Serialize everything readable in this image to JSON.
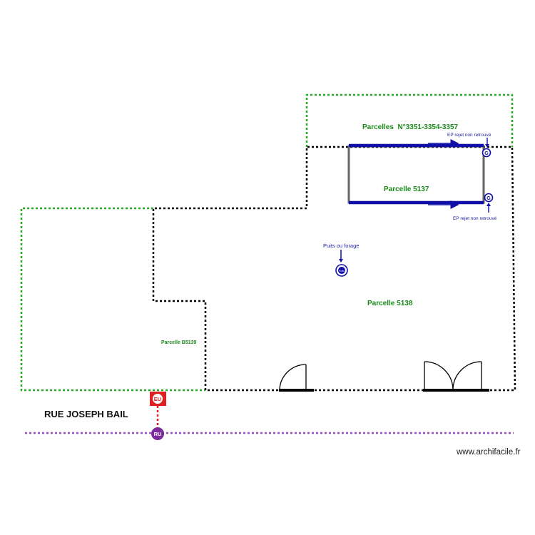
{
  "labels": {
    "parcelles_top": "Parcelles  N°3351-3354-3357",
    "parcelle_5137": "Parcelle 5137",
    "parcelle_5138": "Parcelle 5138",
    "parcelle_b5139": "Parcelle B5139",
    "ep_rejet_top": "EP rejet non retrouvé",
    "ep_rejet_bottom": "EP rejet non retrouvé",
    "puits": "Puits ou forage",
    "street": "RUE JOSEPH BAIL",
    "watermark": "www.archifacile.fr"
  },
  "symbols": {
    "eu": "EU",
    "ru": "RU",
    "gutter_top": "G",
    "gutter_bottom": "G",
    "well": "Puits"
  },
  "colors": {
    "boundary_black": "#000000",
    "boundary_green": "#22aa22",
    "drain_blue": "#1010a8",
    "building_gray": "#666666",
    "eu_red": "#e02020",
    "ru_purple": "#7a2c9a",
    "label_green": "#1a8a1a",
    "label_blue": "#1c1ca0"
  },
  "icons": [
    "door-single-icon",
    "door-double-icon",
    "arrow-down-icon",
    "arrow-up-icon",
    "well-icon",
    "gutter-icon"
  ]
}
